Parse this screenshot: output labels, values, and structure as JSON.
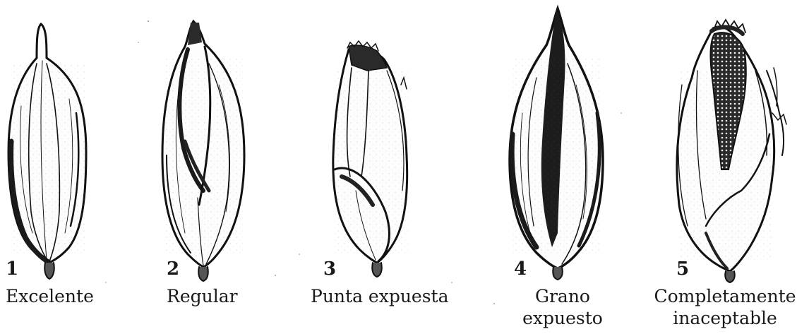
{
  "grains": [
    {
      "number": "1",
      "caption_lines": [
        "Excelente"
      ]
    },
    {
      "number": "2",
      "caption_lines": [
        "Regular"
      ]
    },
    {
      "number": "3",
      "caption_lines": [
        "Punta expuesta"
      ]
    },
    {
      "number": "4",
      "caption_lines": [
        "Grano",
        "expuesto"
      ]
    },
    {
      "number": "5",
      "caption_lines": [
        "Completamente",
        "inaceptable"
      ]
    }
  ]
}
